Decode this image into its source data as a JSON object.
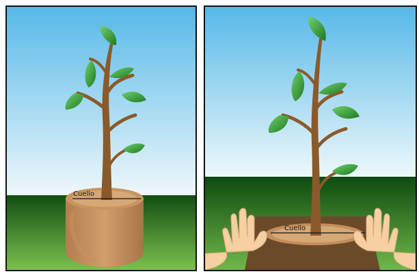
{
  "panels": [
    {
      "id": "left",
      "neck_label": "Cuello"
    },
    {
      "id": "right",
      "neck_label": "Cuello"
    }
  ],
  "colors": {
    "sky_top": "#56b8e8",
    "sky_bottom": "#eaf6fb",
    "grass_dark": "#124d12",
    "grass_light": "#74b94a",
    "trunk": "#8b5a2b",
    "leaf": "#2e8b2e",
    "leaf_light": "#66c266",
    "soil": "#c48e5c",
    "soil_dark": "#a06b3b",
    "skin": "#f6cfa2",
    "border": "#111111"
  },
  "icons": [
    "left-hand-icon",
    "right-hand-icon",
    "tree-icon",
    "leaf-icon"
  ]
}
